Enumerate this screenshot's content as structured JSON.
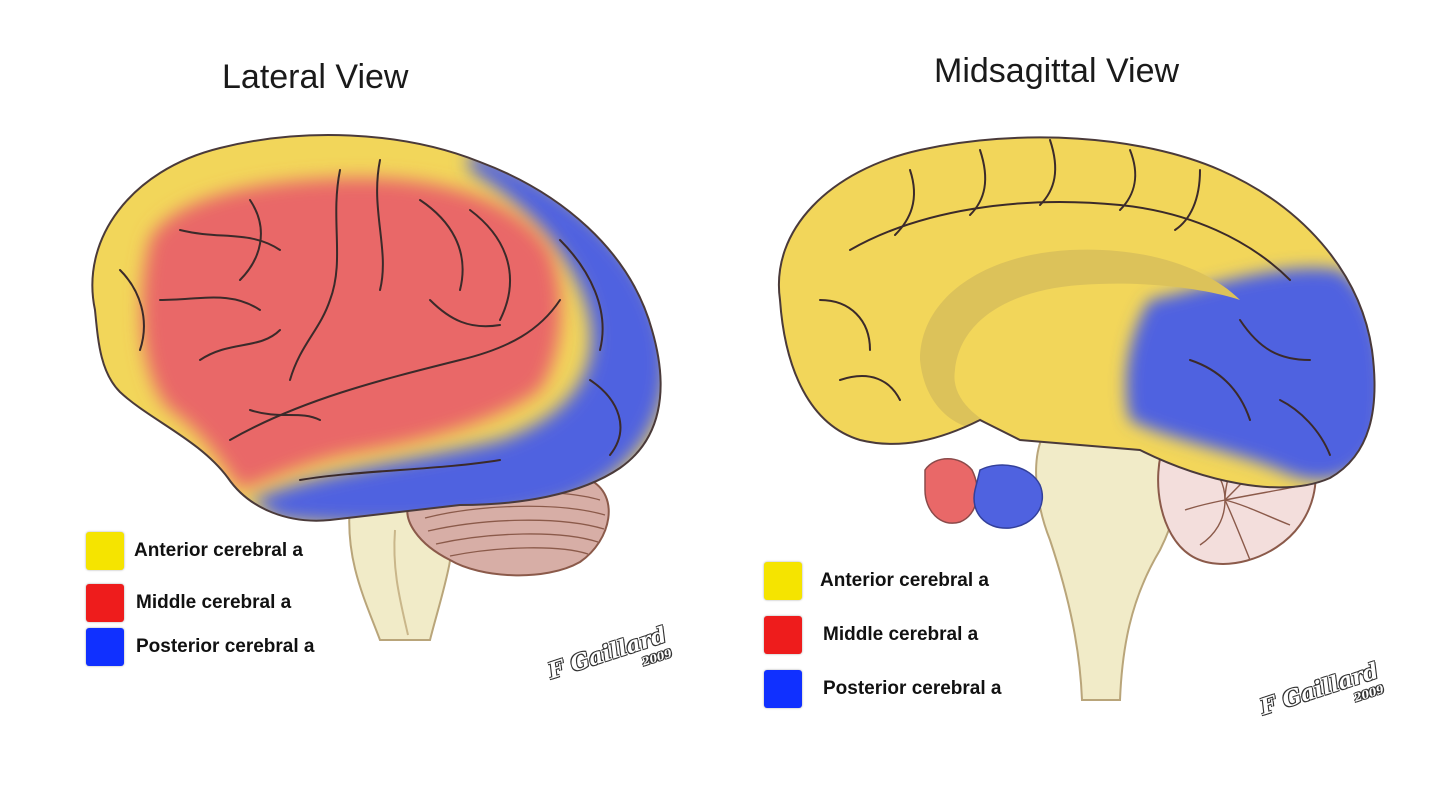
{
  "lateral": {
    "title": "Lateral View",
    "legend": [
      {
        "label": "Anterior cerebral a",
        "color": "#f5e400"
      },
      {
        "label": "Middle cerebral a",
        "color": "#ee1c1c"
      },
      {
        "label": "Posterior cerebral a",
        "color": "#1030ff"
      }
    ]
  },
  "midsagittal": {
    "title": "Midsagittal View",
    "legend": [
      {
        "label": "Anterior cerebral a",
        "color": "#f5e400"
      },
      {
        "label": "Middle cerebral a",
        "color": "#ee1c1c"
      },
      {
        "label": "Posterior cerebral a",
        "color": "#1030ff"
      }
    ]
  },
  "territory_colors": {
    "anterior": "#f2d65a",
    "middle": "#e96868",
    "posterior": "#4f62e0",
    "brainstem": "#f1ebc8",
    "cerebellum": "#d7aea6",
    "deep_structures": "#dcc7ae"
  },
  "signature": {
    "text": "F Gaillard",
    "year": "2009"
  }
}
